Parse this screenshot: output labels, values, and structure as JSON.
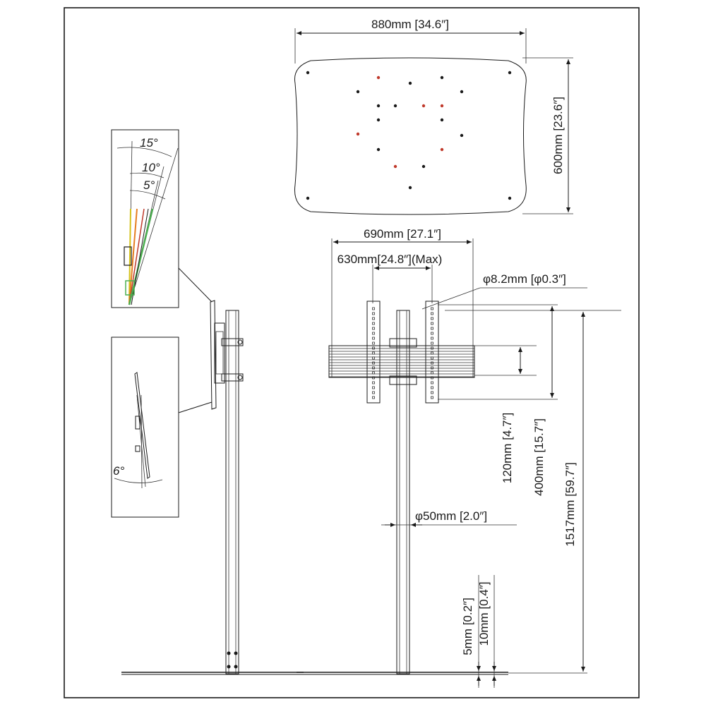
{
  "drawing": {
    "plate": {
      "width_label": "880mm [34.6″]",
      "height_label": "600mm [23.6″]"
    },
    "front": {
      "width_overall_label": "690mm [27.1″]",
      "width_max_label": "630mm[24.8″](Max)",
      "hole_label": "φ8.2mm [φ0.3″]",
      "rail_gap_label": "120mm [4.7″]",
      "bracket_height_label": "400mm [15.7″]",
      "total_height_label": "1517mm [59.7″]",
      "pole_label": "φ50mm [2.0″]",
      "base_5_label": "5mm [0.2″]",
      "base_10_label": "10mm [0.4″]"
    },
    "tilt_inset": {
      "angle_15": "15°",
      "angle_10": "10°",
      "angle_5": "5°"
    },
    "side_inset": {
      "angle_6": "6°"
    },
    "colors": {
      "line": "#1a1a1a",
      "red_hole": "#c0392b",
      "green": "#4caf50",
      "orange": "#e67e22",
      "yellow": "#d4c21a"
    }
  }
}
